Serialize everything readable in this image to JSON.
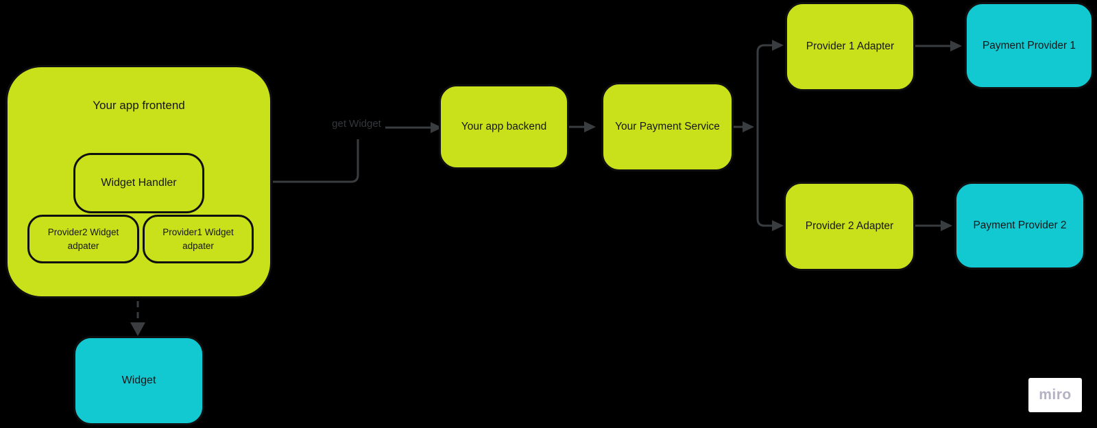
{
  "diagram": {
    "nodes": {
      "frontend": {
        "label": "Your app frontend",
        "fill": "#c9e11a"
      },
      "widget_handler": {
        "label": "Widget Handler",
        "fill": "#c9e11a"
      },
      "provider2_widget": {
        "label": "Provider2 Widget adpater",
        "fill": "#c9e11a"
      },
      "provider1_widget": {
        "label": "Provider1 Widget adpater",
        "fill": "#c9e11a"
      },
      "backend": {
        "label": "Your app backend",
        "fill": "#c9e11a"
      },
      "payment_service": {
        "label": "Your Payment Service",
        "fill": "#c9e11a"
      },
      "provider1_adapter": {
        "label": "Provider 1 Adapter",
        "fill": "#c9e11a"
      },
      "payment_provider1": {
        "label": "Payment Provider 1",
        "fill": "#12c9d2"
      },
      "provider2_adapter": {
        "label": "Provider 2 Adapter",
        "fill": "#c9e11a"
      },
      "payment_provider2": {
        "label": "Payment Provider 2",
        "fill": "#12c9d2"
      },
      "widget": {
        "label": "Widget",
        "fill": "#12c9d2"
      }
    },
    "edges": {
      "get_widget": {
        "label": "get Widget"
      }
    },
    "colors": {
      "background": "#000000",
      "green": "#c9e11a",
      "cyan": "#12c9d2",
      "node_border": "#0f0f0f",
      "connector": "#3a3d40",
      "edge_label_text": "#34373b"
    }
  },
  "watermark": {
    "label": "miro"
  }
}
